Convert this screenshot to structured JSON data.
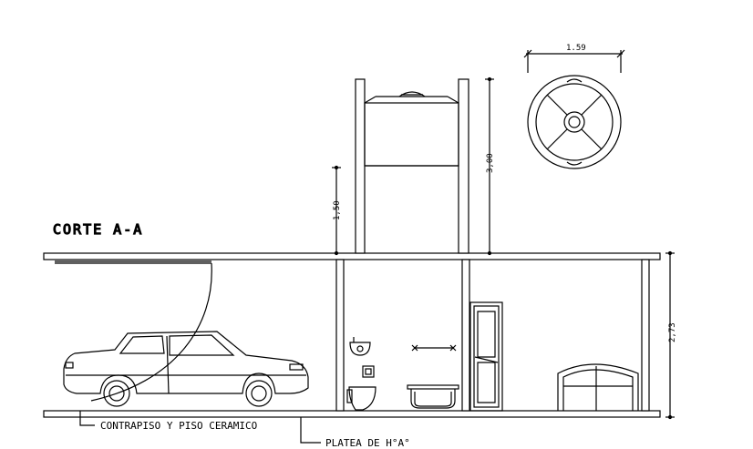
{
  "drawing": {
    "title": "CORTE A-A",
    "callouts": {
      "floor": "CONTRAPISO Y PISO CERAMICO",
      "slab": "PLATEA DE H°A°"
    },
    "dimensions": {
      "tank_diameter": "1.59",
      "tank_support_height": "1,50",
      "tower_height": "3,00",
      "room_height": "2,73"
    },
    "icons": [
      "car-icon",
      "toilet-icon",
      "sink-icon",
      "bathtub-icon",
      "towel-bar-icon",
      "door-icon",
      "bed-icon",
      "water-tank-icon",
      "tank-plan-icon"
    ]
  }
}
